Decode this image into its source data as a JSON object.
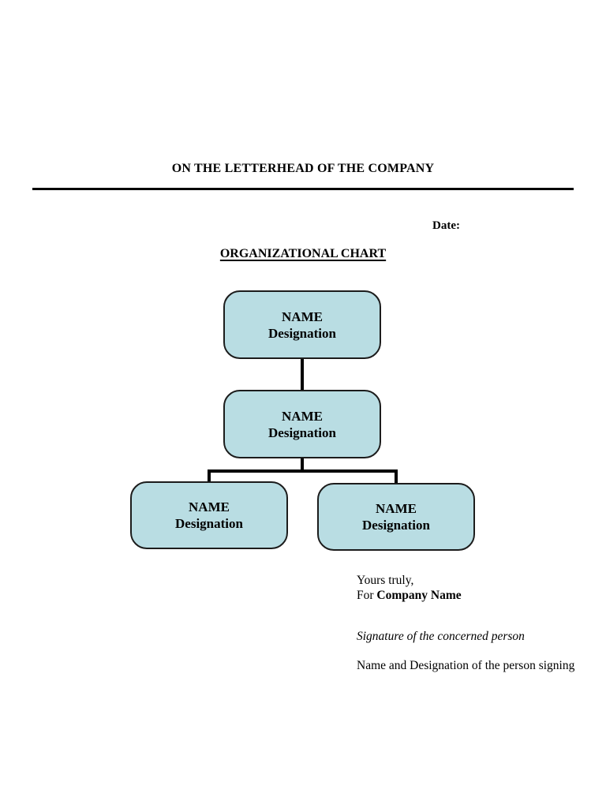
{
  "page": {
    "header_title": "ON THE LETTERHEAD OF THE COMPANY",
    "date_label": "Date:",
    "section_title": "ORGANIZATIONAL CHART"
  },
  "org_chart": {
    "box_fill": "#b9dde3",
    "box_border": "#1c1c1c",
    "connector_color": "#000000",
    "structure": {
      "root": "top",
      "children": {
        "top": [
          "middle"
        ],
        "middle": [
          "left",
          "right"
        ]
      }
    },
    "nodes": [
      {
        "id": "top",
        "name": "NAME",
        "designation": "Designation"
      },
      {
        "id": "middle",
        "name": "NAME",
        "designation": "Designation"
      },
      {
        "id": "left",
        "name": "NAME",
        "designation": "Designation"
      },
      {
        "id": "right",
        "name": "NAME",
        "designation": "Designation"
      }
    ]
  },
  "letter": {
    "closing": "Yours truly,",
    "for_prefix": "For ",
    "company_name": "Company Name",
    "signature_note": "Signature of the concerned person",
    "name_note": "Name and Designation of the person signing"
  }
}
